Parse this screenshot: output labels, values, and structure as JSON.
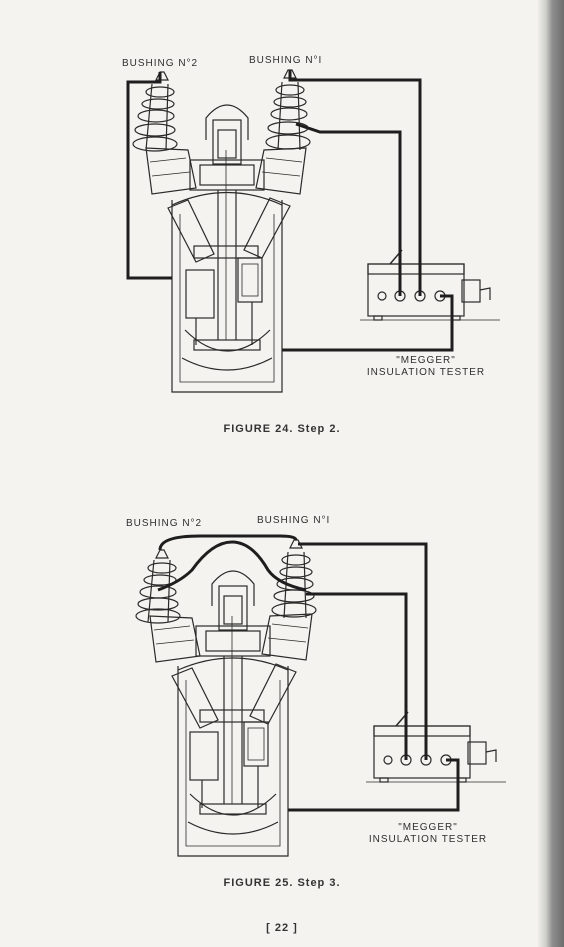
{
  "figures": [
    {
      "bushing2_label": "BUSHING N°2",
      "bushing1_label": "BUSHING N°I",
      "tester_label_line1": "\"MEGGER\"",
      "tester_label_line2": "INSULATION TESTER",
      "caption": "FIGURE 24. Step 2."
    },
    {
      "bushing2_label": "BUSHING N°2",
      "bushing1_label": "BUSHING N°I",
      "tester_label_line1": "\"MEGGER\"",
      "tester_label_line2": "INSULATION TESTER",
      "caption": "FIGURE 25. Step 3."
    }
  ],
  "page_number": "[ 22 ]"
}
